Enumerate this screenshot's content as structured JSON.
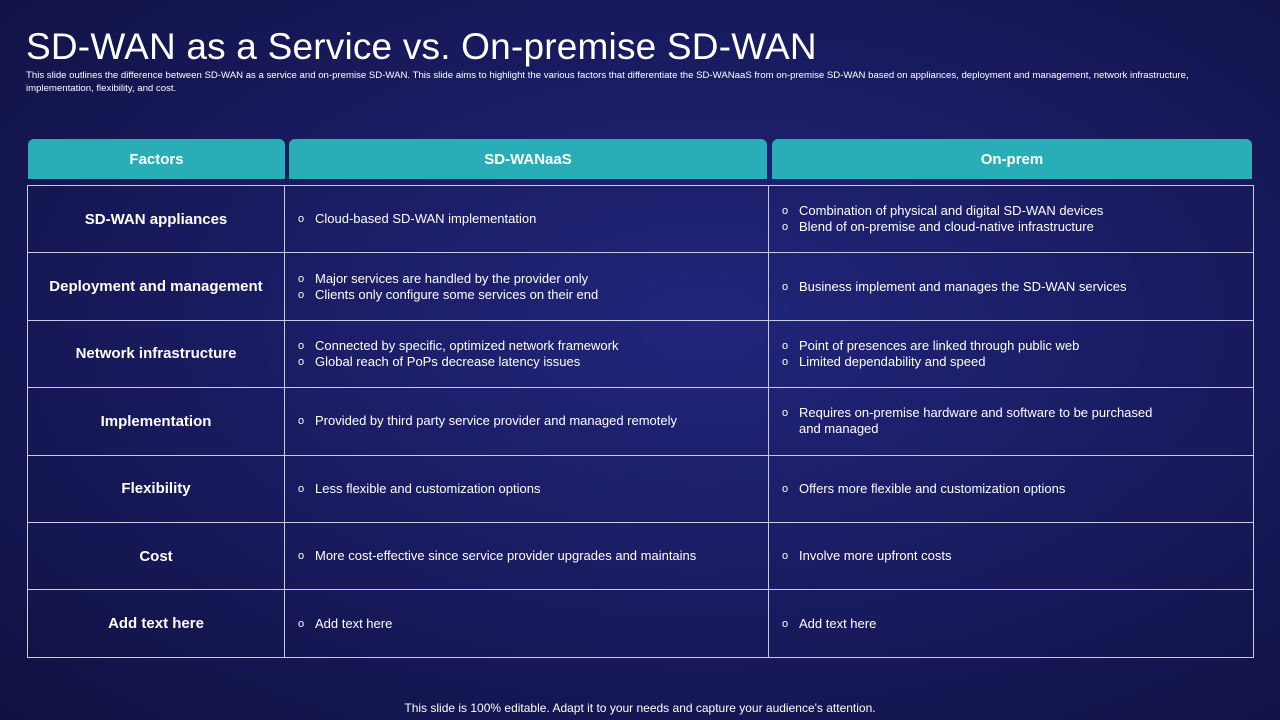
{
  "slide": {
    "title": "SD-WAN as a Service vs. On-premise SD-WAN",
    "subtitle": "This slide outlines the difference between SD-WAN as a service and on-premise SD-WAN. This slide aims to highlight the various factors that differentiate the SD-WANaaS from on-premise SD-WAN based on appliances, deployment and management, network infrastructure, implementation,  flexibility, and cost.",
    "footer": "This slide is 100% editable. Adapt it to your needs and capture your audience's attention."
  },
  "table": {
    "headers": [
      "Factors",
      "SD-WANaaS",
      "On-prem"
    ],
    "rows": [
      {
        "factor": "SD-WAN appliances",
        "saas": [
          "Cloud-based  SD-WAN  implementation"
        ],
        "onprem": [
          "Combination  of physical and digital SD-WAN devices",
          "Blend of on-premise  and cloud-native  infrastructure"
        ]
      },
      {
        "factor": "Deployment and management",
        "saas": [
          "Major services are handled  by the provider  only",
          "Clients only configure  some services on their end"
        ],
        "onprem": [
          "Business implement  and manages the SD-WAN services"
        ]
      },
      {
        "factor": "Network infrastructure",
        "saas": [
          "Connected  by specific, optimized network framework",
          "Global reach of PoPs decrease latency issues"
        ],
        "onprem": [
          "Point of presences are linked through  public web",
          "Limited dependability  and speed"
        ]
      },
      {
        "factor": "Implementation",
        "saas": [
          "Provided  by third party service provider  and managed  remotely"
        ],
        "onprem": [
          "Requires  on-premise  hardware  and software to be purchased and managed"
        ]
      },
      {
        "factor": "Flexibility",
        "saas": [
          "Less flexible and customization options"
        ],
        "onprem": [
          "Offers  more flexible and customization options"
        ]
      },
      {
        "factor": "Cost",
        "saas": [
          "More cost-effective  since service  provider  upgrades  and maintains"
        ],
        "onprem": [
          "Involve   more upfront  costs"
        ]
      },
      {
        "factor": "Add  text here",
        "saas": [
          "Add text here"
        ],
        "onprem": [
          "Add text here"
        ]
      }
    ]
  }
}
